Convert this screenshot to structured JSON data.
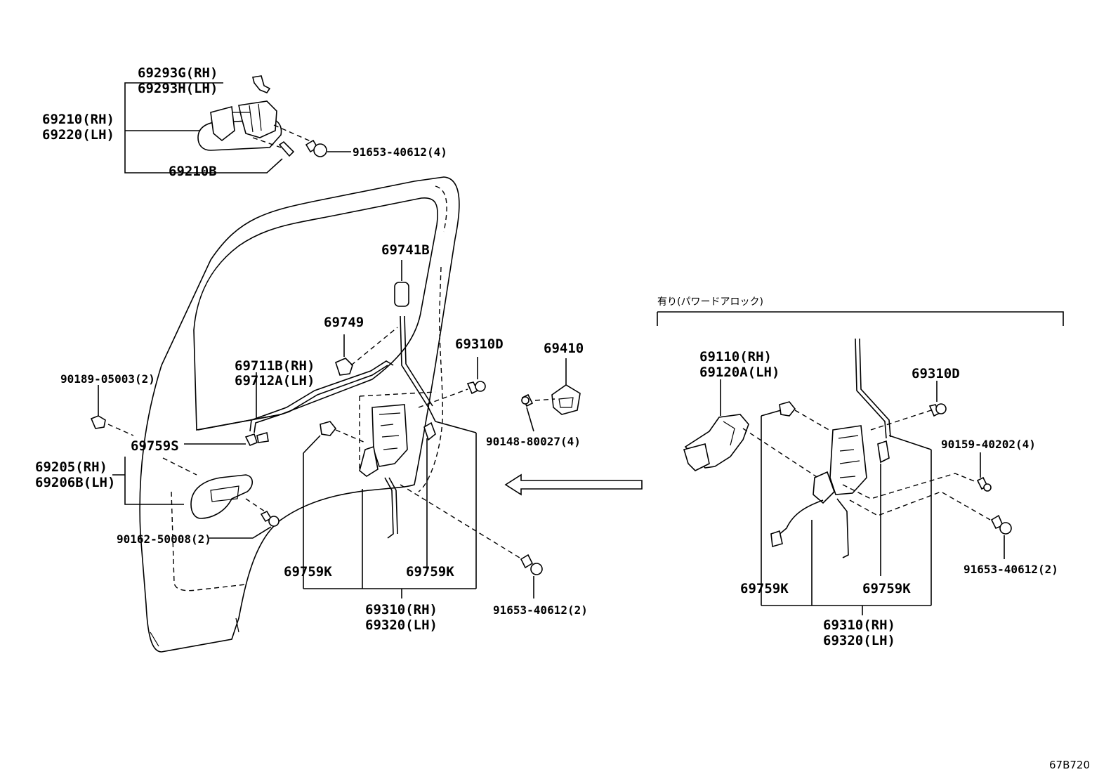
{
  "labels": {
    "p69293G": "69293G(RH)",
    "p69293H": "69293H(LH)",
    "p69210": "69210(RH)",
    "p69220": "69220(LH)",
    "p69210B": "69210B",
    "p91653_4": "91653-40612(4)",
    "p69741B": "69741B",
    "p69749": "69749",
    "p69711B": "69711B(RH)",
    "p69712A": "69712A(LH)",
    "p90189": "90189-05003(2)",
    "p69759S": "69759S",
    "p69205": "69205(RH)",
    "p69206B": "69206B(LH)",
    "p90162": "90162-50008(2)",
    "p69310D_left": "69310D",
    "p69410": "69410",
    "p90148": "90148-80027(4)",
    "p69759K_l1": "69759K",
    "p69759K_l2": "69759K",
    "p69310_left": "69310(RH)",
    "p69320_left": "69320(LH)",
    "p91653_2_left": "91653-40612(2)",
    "power_lock_note": "有り(パワードアロック)",
    "p69110": "69110(RH)",
    "p69120A": "69120A(LH)",
    "p69310D_right": "69310D",
    "p90159": "90159-40202(4)",
    "p91653_2_right": "91653-40612(2)",
    "p69759K_r1": "69759K",
    "p69759K_r2": "69759K",
    "p69310_right": "69310(RH)",
    "p69320_right": "69320(LH)",
    "diagram_code": "67B720"
  }
}
